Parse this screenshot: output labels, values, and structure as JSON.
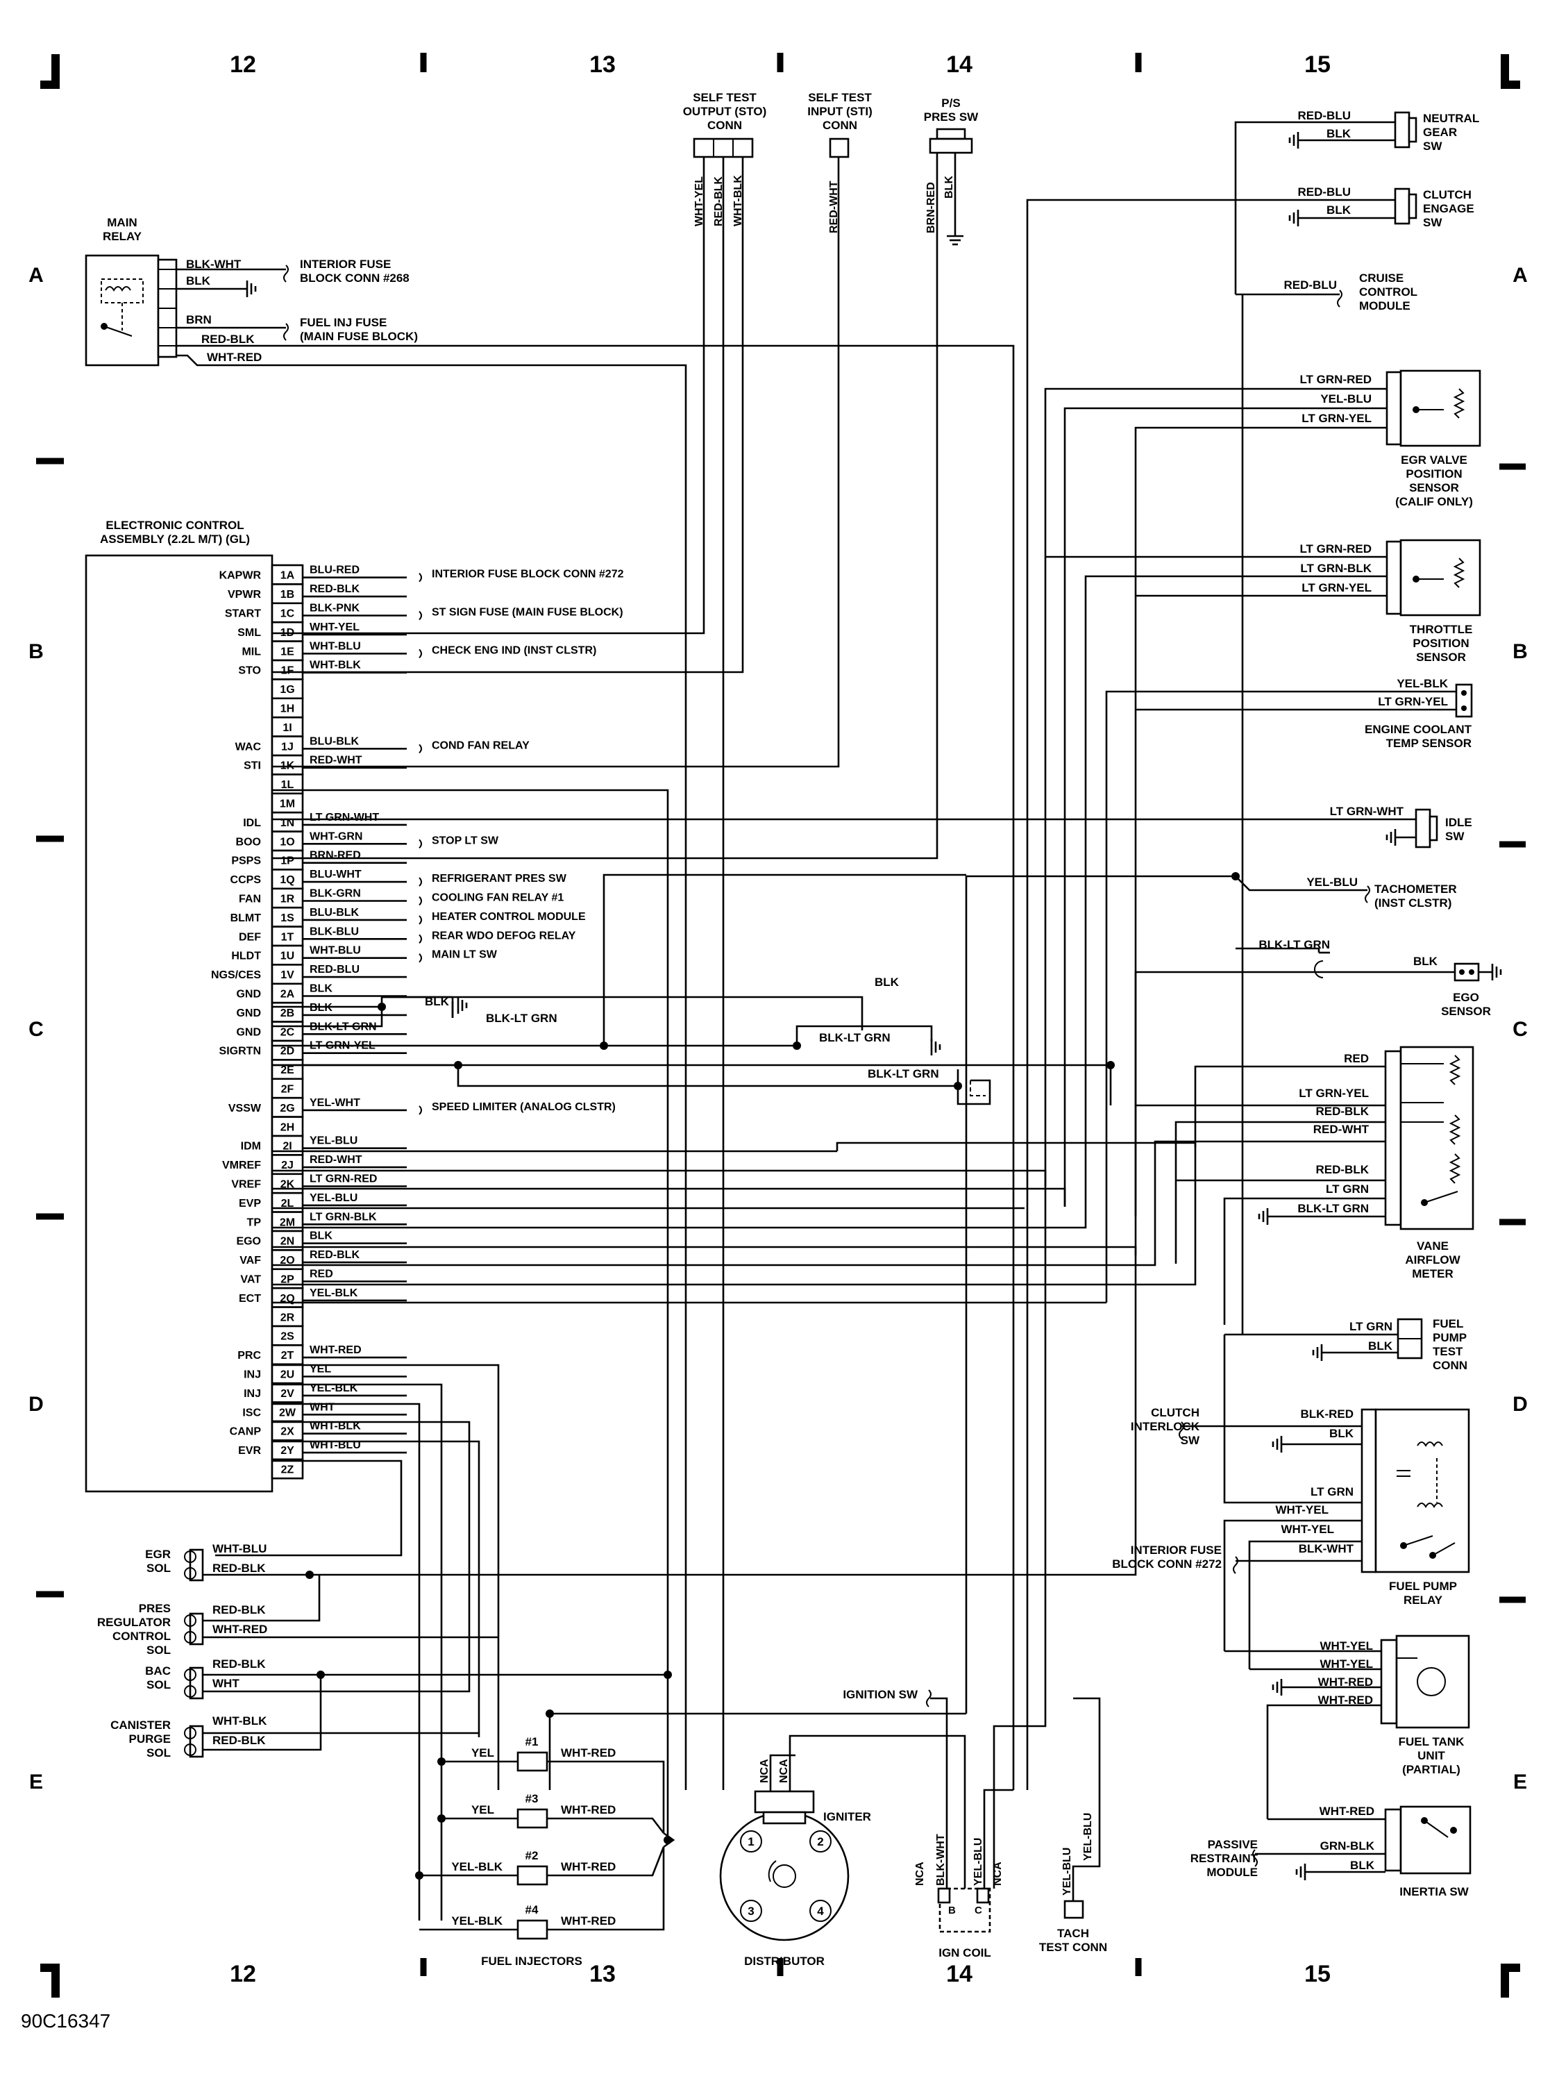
{
  "figure_id": "90C16347",
  "columns": [
    "12",
    "13",
    "14",
    "15"
  ],
  "rows": [
    "A",
    "B",
    "C",
    "D",
    "E"
  ],
  "ecu": {
    "title": "ELECTRONIC CONTROL ASSEMBLY (2.2L M/T) (GL)",
    "pins": [
      {
        "pin": "1A",
        "sig": "KAPWR",
        "wire": "BLU-RED",
        "dest": "INTERIOR FUSE BLOCK CONN #272"
      },
      {
        "pin": "1B",
        "sig": "VPWR",
        "wire": "RED-BLK",
        "dest": ""
      },
      {
        "pin": "1C",
        "sig": "START",
        "wire": "BLK-PNK",
        "dest": "ST SIGN FUSE (MAIN FUSE BLOCK)"
      },
      {
        "pin": "1D",
        "sig": "SML",
        "wire": "WHT-YEL",
        "dest": ""
      },
      {
        "pin": "1E",
        "sig": "MIL",
        "wire": "WHT-BLU",
        "dest": "CHECK ENG IND (INST CLSTR)"
      },
      {
        "pin": "1F",
        "sig": "STO",
        "wire": "WHT-BLK",
        "dest": ""
      },
      {
        "pin": "1G",
        "sig": "",
        "wire": "",
        "dest": ""
      },
      {
        "pin": "1H",
        "sig": "",
        "wire": "",
        "dest": ""
      },
      {
        "pin": "1I",
        "sig": "",
        "wire": "",
        "dest": ""
      },
      {
        "pin": "1J",
        "sig": "WAC",
        "wire": "BLU-BLK",
        "dest": "COND FAN RELAY"
      },
      {
        "pin": "1K",
        "sig": "STI",
        "wire": "RED-WHT",
        "dest": ""
      },
      {
        "pin": "1L",
        "sig": "",
        "wire": "",
        "dest": ""
      },
      {
        "pin": "1M",
        "sig": "",
        "wire": "",
        "dest": ""
      },
      {
        "pin": "1N",
        "sig": "IDL",
        "wire": "LT GRN-WHT",
        "dest": ""
      },
      {
        "pin": "1O",
        "sig": "BOO",
        "wire": "WHT-GRN",
        "dest": "STOP LT SW"
      },
      {
        "pin": "1P",
        "sig": "PSPS",
        "wire": "BRN-RED",
        "dest": ""
      },
      {
        "pin": "1Q",
        "sig": "CCPS",
        "wire": "BLU-WHT",
        "dest": "REFRIGERANT PRES SW"
      },
      {
        "pin": "1R",
        "sig": "FAN",
        "wire": "BLK-GRN",
        "dest": "COOLING FAN RELAY #1"
      },
      {
        "pin": "1S",
        "sig": "BLMT",
        "wire": "BLU-BLK",
        "dest": "HEATER CONTROL MODULE"
      },
      {
        "pin": "1T",
        "sig": "DEF",
        "wire": "BLK-BLU",
        "dest": "REAR WDO DEFOG RELAY"
      },
      {
        "pin": "1U",
        "sig": "HLDT",
        "wire": "WHT-BLU",
        "dest": "MAIN LT SW"
      },
      {
        "pin": "1V",
        "sig": "NGS/CES",
        "wire": "RED-BLU",
        "dest": ""
      },
      {
        "pin": "2A",
        "sig": "GND",
        "wire": "BLK",
        "dest": ""
      },
      {
        "pin": "2B",
        "sig": "GND",
        "wire": "BLK",
        "dest": ""
      },
      {
        "pin": "2C",
        "sig": "GND",
        "wire": "BLK-LT GRN",
        "dest": ""
      },
      {
        "pin": "2D",
        "sig": "SIGRTN",
        "wire": "LT GRN-YEL",
        "dest": ""
      },
      {
        "pin": "2E",
        "sig": "",
        "wire": "",
        "dest": ""
      },
      {
        "pin": "2F",
        "sig": "",
        "wire": "",
        "dest": ""
      },
      {
        "pin": "2G",
        "sig": "VSSW",
        "wire": "YEL-WHT",
        "dest": "SPEED LIMITER (ANALOG CLSTR)"
      },
      {
        "pin": "2H",
        "sig": "",
        "wire": "",
        "dest": ""
      },
      {
        "pin": "2I",
        "sig": "IDM",
        "wire": "YEL-BLU",
        "dest": ""
      },
      {
        "pin": "2J",
        "sig": "VMREF",
        "wire": "RED-WHT",
        "dest": ""
      },
      {
        "pin": "2K",
        "sig": "VREF",
        "wire": "LT GRN-RED",
        "dest": ""
      },
      {
        "pin": "2L",
        "sig": "EVP",
        "wire": "YEL-BLU",
        "dest": ""
      },
      {
        "pin": "2M",
        "sig": "TP",
        "wire": "LT GRN-BLK",
        "dest": ""
      },
      {
        "pin": "2N",
        "sig": "EGO",
        "wire": "BLK",
        "dest": ""
      },
      {
        "pin": "2O",
        "sig": "VAF",
        "wire": "RED-BLK",
        "dest": ""
      },
      {
        "pin": "2P",
        "sig": "VAT",
        "wire": "RED",
        "dest": ""
      },
      {
        "pin": "2Q",
        "sig": "ECT",
        "wire": "YEL-BLK",
        "dest": ""
      },
      {
        "pin": "2R",
        "sig": "",
        "wire": "",
        "dest": ""
      },
      {
        "pin": "2S",
        "sig": "",
        "wire": "",
        "dest": ""
      },
      {
        "pin": "2T",
        "sig": "PRC",
        "wire": "WHT-RED",
        "dest": ""
      },
      {
        "pin": "2U",
        "sig": "INJ",
        "wire": "YEL",
        "dest": ""
      },
      {
        "pin": "2V",
        "sig": "INJ",
        "wire": "YEL-BLK",
        "dest": ""
      },
      {
        "pin": "2W",
        "sig": "ISC",
        "wire": "WHT",
        "dest": ""
      },
      {
        "pin": "2X",
        "sig": "CANP",
        "wire": "WHT-BLK",
        "dest": ""
      },
      {
        "pin": "2Y",
        "sig": "EVR",
        "wire": "WHT-BLU",
        "dest": ""
      },
      {
        "pin": "2Z",
        "sig": "",
        "wire": "",
        "dest": ""
      }
    ]
  },
  "main_relay": {
    "title": "MAIN RELAY",
    "wires": [
      "BLK-WHT",
      "BLK",
      "BRN",
      "RED-BLK",
      "WHT-RED"
    ],
    "dest1": "INTERIOR FUSE BLOCK CONN #268",
    "dest2": "FUEL INJ FUSE (MAIN FUSE BLOCK)"
  },
  "top_connectors": {
    "sto": "SELF TEST OUTPUT (STO) CONN",
    "sto_wires": [
      "WHT-YEL",
      "RED-BLK",
      "WHT-BLK"
    ],
    "sti": "SELF TEST INPUT (STI) CONN",
    "sti_wire": "RED-WHT",
    "ps": "P/S PRES SW",
    "ps_wires": [
      "BRN-RED",
      "BLK"
    ]
  },
  "right_components": {
    "neutral": {
      "label": "NEUTRAL GEAR SW",
      "wires": [
        "RED-BLU",
        "BLK"
      ]
    },
    "clutch": {
      "label": "CLUTCH ENGAGE SW",
      "wires": [
        "RED-BLU",
        "BLK"
      ]
    },
    "cruise": {
      "label": "CRUISE CONTROL MODULE",
      "wire": "RED-BLU"
    },
    "egr_pos": {
      "label": "EGR VALVE POSITION SENSOR (CALIF ONLY)",
      "wires": [
        "LT GRN-RED",
        "YEL-BLU",
        "LT GRN-YEL"
      ]
    },
    "tps": {
      "label": "THROTTLE POSITION SENSOR",
      "wires": [
        "LT GRN-RED",
        "LT GRN-BLK",
        "LT GRN-YEL"
      ]
    },
    "ect": {
      "label": "ENGINE COOLANT TEMP SENSOR",
      "wires": [
        "YEL-BLK",
        "LT GRN-YEL"
      ]
    },
    "idle": {
      "label": "IDLE SW",
      "wire": "LT GRN-WHT"
    },
    "tach": {
      "label": "TACHOMETER (INST CLSTR)",
      "wire": "YEL-BLU"
    },
    "ego": {
      "label": "EGO SENSOR",
      "wires": [
        "BLK-LT GRN",
        "BLK"
      ]
    },
    "vane": {
      "label": "VANE AIRFLOW METER",
      "wires": [
        "RED",
        "LT GRN-YEL",
        "RED-BLK",
        "RED-WHT",
        "RED-BLK",
        "LT GRN",
        "BLK-LT GRN"
      ]
    },
    "fp_test": {
      "label": "FUEL PUMP TEST CONN",
      "wires": [
        "LT GRN",
        "BLK"
      ]
    },
    "clutch_int": {
      "label": "CLUTCH INTERLOCK SW"
    },
    "fp_relay": {
      "label": "FUEL PUMP RELAY",
      "wires": [
        "BLK-RED",
        "BLK",
        "LT GRN",
        "WHT-YEL",
        "WHT-YEL",
        "BLK-WHT"
      ]
    },
    "int_fuse": {
      "label": "INTERIOR FUSE BLOCK CONN #272"
    },
    "tank": {
      "label": "FUEL TANK UNIT (PARTIAL)",
      "wires": [
        "WHT-YEL",
        "WHT-YEL",
        "WHT-RED",
        "WHT-RED"
      ]
    },
    "inertia": {
      "label": "INERTIA SW",
      "wires": [
        "WHT-RED",
        "GRN-BLK",
        "BLK"
      ]
    },
    "passive": {
      "label": "PASSIVE RESTRAINT MODULE"
    }
  },
  "left_components": {
    "egr_sol": {
      "label": "EGR SOL",
      "wires": [
        "WHT-BLU",
        "RED-BLK"
      ]
    },
    "pres_sol": {
      "label": "PRES REGULATOR CONTROL SOL",
      "wires": [
        "RED-BLK",
        "WHT-RED"
      ]
    },
    "bac_sol": {
      "label": "BAC SOL",
      "wires": [
        "RED-BLK",
        "WHT"
      ]
    },
    "canister": {
      "label": "CANISTER PURGE SOL",
      "wires": [
        "WHT-BLK",
        "RED-BLK"
      ]
    }
  },
  "injectors": {
    "label": "FUEL INJECTORS",
    "items": [
      {
        "num": "#1",
        "left": "YEL",
        "right": "WHT-RED"
      },
      {
        "num": "#3",
        "left": "YEL",
        "right": "WHT-RED"
      },
      {
        "num": "#2",
        "left": "YEL-BLK",
        "right": "WHT-RED"
      },
      {
        "num": "#4",
        "left": "YEL-BLK",
        "right": "WHT-RED"
      }
    ]
  },
  "distributor": {
    "label": "DISTRIBUTOR",
    "igniter": "IGNITER",
    "nca": "NCA",
    "ign_sw": "IGNITION SW",
    "coil": "IGN COIL",
    "coil_wires": [
      "NCA",
      "BLK-WHT",
      "YEL-BLU",
      "NCA"
    ],
    "tach_conn": "TACH TEST CONN",
    "tach_wires": [
      "YEL-BLU",
      "YEL-BLU"
    ],
    "cyl": [
      "1",
      "2",
      "3",
      "4"
    ],
    "coil_marks": [
      "B",
      "C"
    ]
  },
  "gnd_labels": {
    "blk": "BLK",
    "blk_lt_grn": "BLK-LT GRN"
  }
}
